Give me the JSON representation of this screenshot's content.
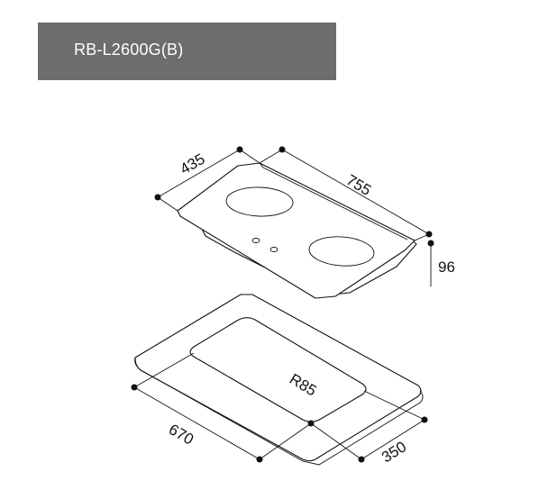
{
  "header": {
    "model": "RB-L2600G(B)"
  },
  "colors": {
    "header_bg": "#6d6d6d",
    "header_text": "#ffffff",
    "line": "#111111"
  },
  "cooktop": {
    "depth": "435",
    "width": "755",
    "height": "96"
  },
  "cutout": {
    "radius": "R85",
    "width": "670",
    "depth": "350"
  }
}
